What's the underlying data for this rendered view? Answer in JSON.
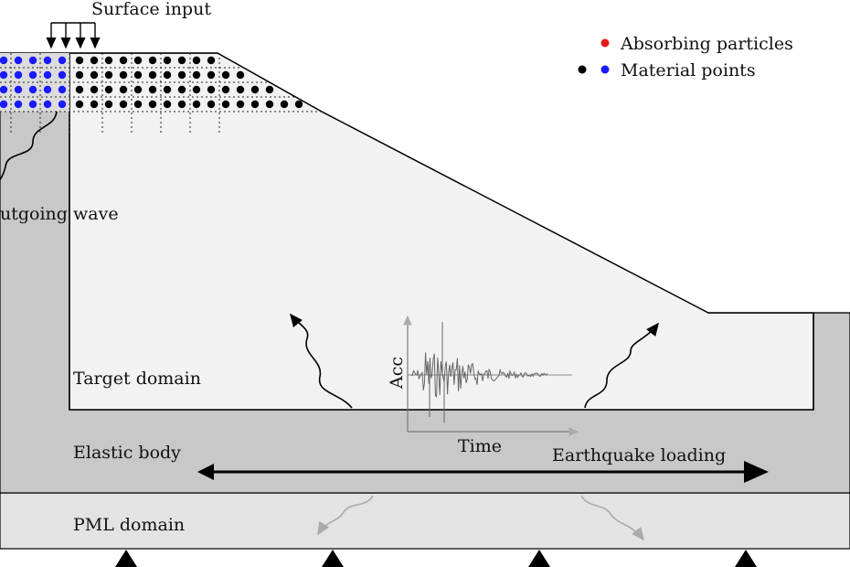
{
  "labels": {
    "surface_input": "Surface input",
    "absorbing_particles": "Absorbing particles",
    "material_points": "Material points",
    "outgoing_wave": "utgoing wave",
    "target_domain": "Target domain",
    "elastic_body": "Elastic body",
    "pml_domain": "PML domain",
    "acc": "Acc",
    "time": "Time",
    "earthquake_loading": "Earthquake loading"
  },
  "colors": {
    "absorbing_particle": "#e41a1c",
    "material_point_black": "#000000",
    "material_point_blue": "#1a1aff",
    "target_fill": "#f2f2f2",
    "elastic_fill": "#c8c8c8",
    "pml_fill": "#e3e3e3"
  }
}
